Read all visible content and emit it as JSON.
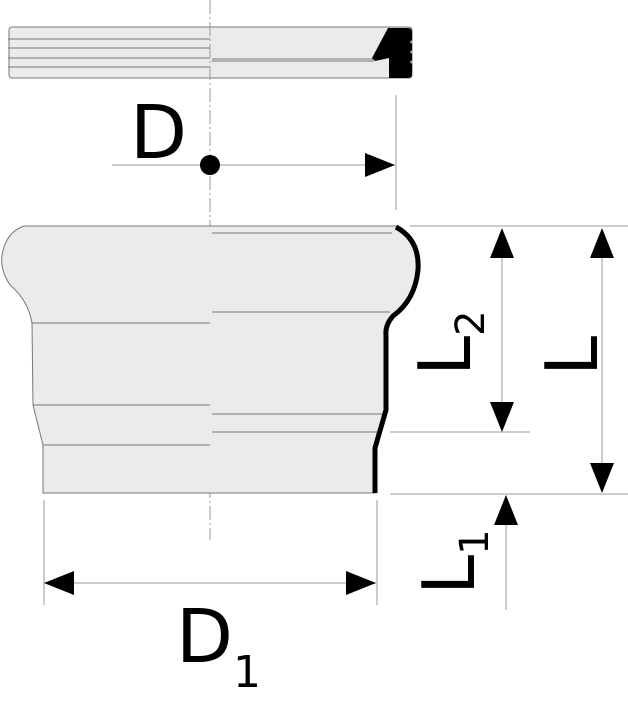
{
  "labels": {
    "D": "D",
    "D1_main": "D",
    "D1_sub": "1",
    "L": "L",
    "L2_main": "L",
    "L2_sub": "2",
    "L1_main": "L",
    "L1_sub": "1"
  },
  "colors": {
    "fill": "#ebebeb",
    "outline": "#777777",
    "seal": "#000000"
  }
}
